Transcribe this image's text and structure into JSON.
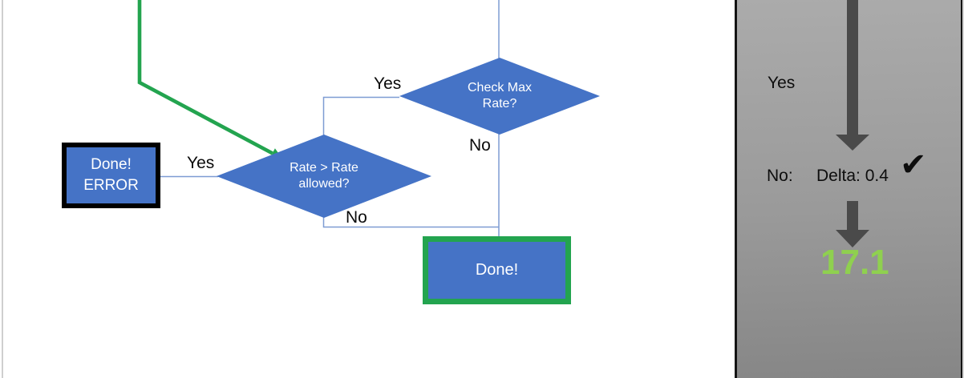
{
  "flowchart": {
    "error_box": {
      "line1": "Done!",
      "line2": "ERROR"
    },
    "rate_diamond": {
      "line1": "Rate > Rate",
      "line2": "allowed?"
    },
    "check_diamond": {
      "line1": "Check Max",
      "line2": "Rate?"
    },
    "done_box": {
      "label": "Done!"
    },
    "labels": {
      "yes_left": "Yes",
      "yes_top": "Yes",
      "no_top": "No",
      "no_mid": "No"
    },
    "colors": {
      "node_fill": "#4573C6",
      "success_green": "#23A44F",
      "connector_blue": "#7E9CD3",
      "error_border": "#000000"
    }
  },
  "panel": {
    "yes_label": "Yes",
    "no_label": "No:",
    "delta_text": "Delta: 0.4",
    "check_icon": "✔",
    "result_value": "17.1",
    "result_color": "#8FD04F",
    "arrow_color": "#4a4a4a"
  }
}
